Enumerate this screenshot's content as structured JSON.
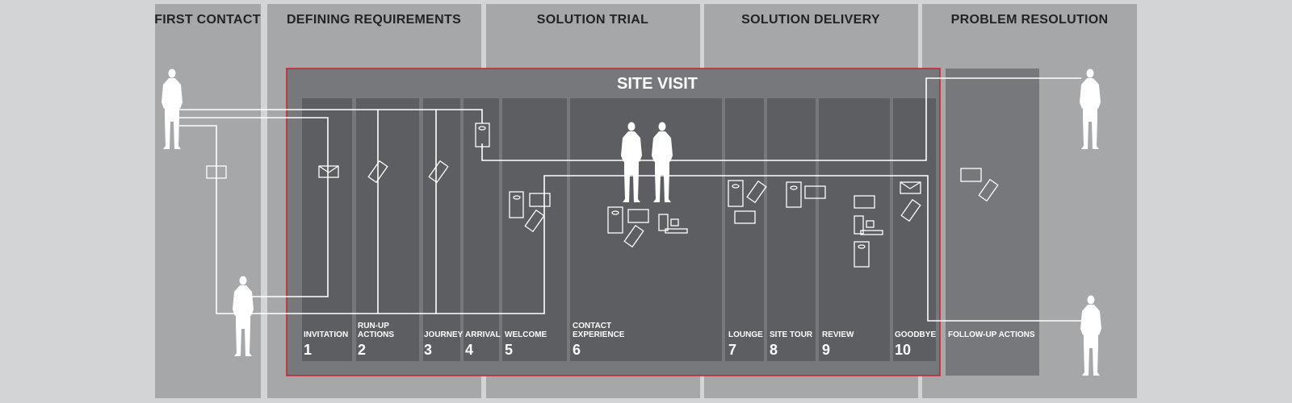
{
  "phases": [
    {
      "label": "FIRST CONTACT"
    },
    {
      "label": "DEFINING REQUIREMENTS"
    },
    {
      "label": "SOLUTION TRIAL"
    },
    {
      "label": "SOLUTION DELIVERY"
    },
    {
      "label": "PROBLEM RESOLUTION"
    }
  ],
  "site_visit": {
    "title": "SITE VISIT"
  },
  "steps": [
    {
      "name": "INVITATION",
      "number": "1"
    },
    {
      "name": "RUN-UP",
      "name2": "ACTIONS",
      "number": "2"
    },
    {
      "name": "JOURNEY",
      "number": "3"
    },
    {
      "name": "ARRIVAL",
      "number": "4"
    },
    {
      "name": "WELCOME",
      "number": "5"
    },
    {
      "name": "CONTACT",
      "name2": "EXPERIENCE",
      "number": "6"
    },
    {
      "name": "LOUNGE",
      "number": "7"
    },
    {
      "name": "SITE TOUR",
      "number": "8"
    },
    {
      "name": "REVIEW",
      "number": "9"
    },
    {
      "name": "GOODBYE",
      "number": "10"
    }
  ],
  "follow_up": {
    "label": "FOLLOW-UP ACTIONS"
  },
  "colors": {
    "background": "#d3d4d6",
    "phase_column": "#a6a7a9",
    "site_visit_panel": "#77787b",
    "step_column": "#5d5e61",
    "highlight_border": "#c8202a"
  },
  "icons": [
    "person-silhouette-icon",
    "envelope-icon",
    "smartphone-icon",
    "tablet-icon",
    "monitor-icon",
    "desktop-computer-icon"
  ]
}
